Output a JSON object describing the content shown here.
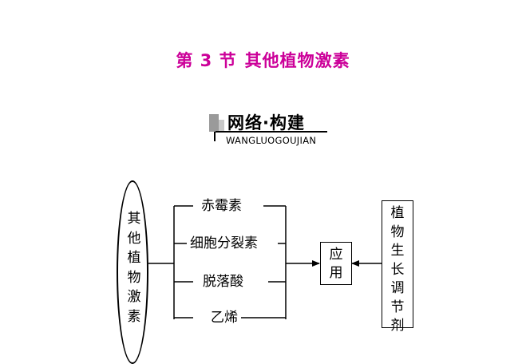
{
  "section_title": {
    "num": "第 3 节",
    "name": "其他植物激素"
  },
  "colors": {
    "title": "#cc0099",
    "ink": "#000000",
    "banner_gray": "#9a9a9a"
  },
  "banner": {
    "zh": "网络·构建",
    "en": "WANGLUOGOUJIAN"
  },
  "diagram": {
    "root": "其他植物激素",
    "branches": [
      "赤霉素",
      "细胞分裂素",
      "脱落酸",
      "乙烯"
    ],
    "apply": "应用",
    "regulator": "植物生长调节剂"
  }
}
